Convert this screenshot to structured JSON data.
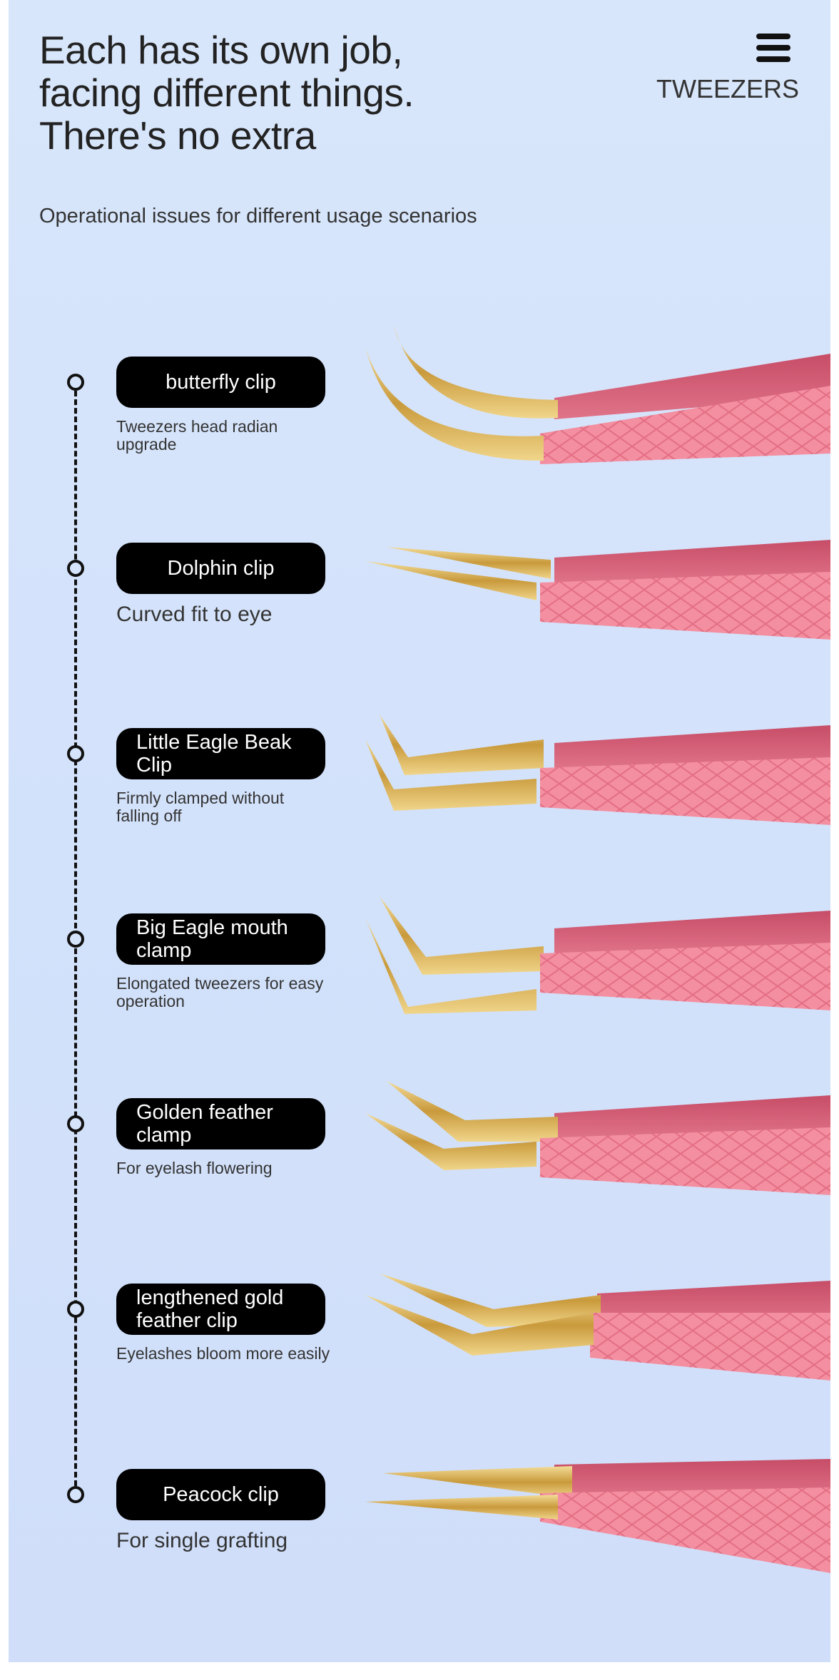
{
  "header": {
    "title_lines": [
      "Each has its own job,",
      "facing different things.",
      "There's no extra"
    ],
    "brand": "TWEEZERS",
    "menu_icon": "hamburger-menu-icon",
    "subtitle": "Operational issues for different usage scenarios"
  },
  "colors": {
    "pill": "#000000",
    "pink": "#f08c9c",
    "pink_dark": "#d9627a",
    "gold": "#d9b25a"
  },
  "items": [
    {
      "name": "butterfly clip",
      "desc": "Tweezers head radian upgrade"
    },
    {
      "name": "Dolphin clip",
      "desc": "Curved fit to eye"
    },
    {
      "name": "Little Eagle Beak Clip",
      "desc": "Firmly clamped without falling off"
    },
    {
      "name": "Big Eagle mouth clamp",
      "desc": "Elongated tweezers for easy operation"
    },
    {
      "name": "Golden feather clamp",
      "desc": "For eyelash flowering"
    },
    {
      "name": "lengthened gold feather clip",
      "desc": "Eyelashes bloom more easily"
    },
    {
      "name": "Peacock clip",
      "desc": "For single grafting"
    }
  ]
}
